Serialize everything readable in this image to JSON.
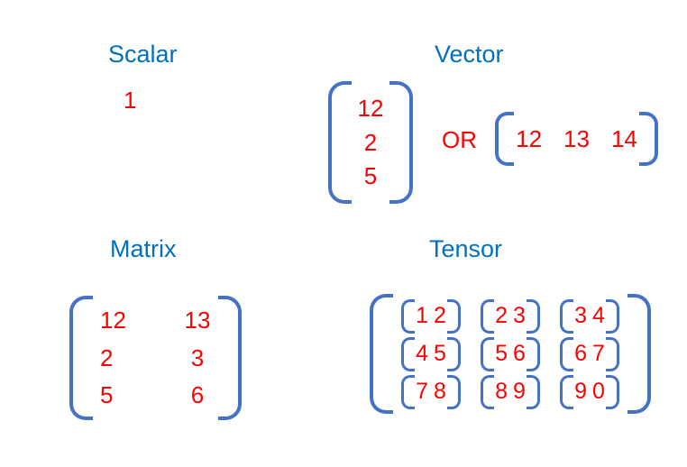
{
  "colors": {
    "heading": "#0070C0",
    "bracket": "#4472C4",
    "number": "#FF0000",
    "background": "#FFFFFF"
  },
  "sections": {
    "scalar": {
      "title": "Scalar",
      "value": "1"
    },
    "vector": {
      "title": "Vector",
      "column_values": [
        "12",
        "2",
        "5"
      ],
      "or_label": "OR",
      "row_values": [
        "12",
        "13",
        "14"
      ]
    },
    "matrix": {
      "title": "Matrix",
      "rows": [
        [
          "12",
          "13"
        ],
        [
          "2",
          "3"
        ],
        [
          "5",
          "6"
        ]
      ]
    },
    "tensor": {
      "title": "Tensor",
      "rows": [
        [
          [
            "1",
            "2"
          ],
          [
            "2",
            "3"
          ],
          [
            "3",
            "4"
          ]
        ],
        [
          [
            "4",
            "5"
          ],
          [
            "5",
            "6"
          ],
          [
            "6",
            "7"
          ]
        ],
        [
          [
            "7",
            "8"
          ],
          [
            "8",
            "9"
          ],
          [
            "9",
            "0"
          ]
        ]
      ]
    }
  }
}
